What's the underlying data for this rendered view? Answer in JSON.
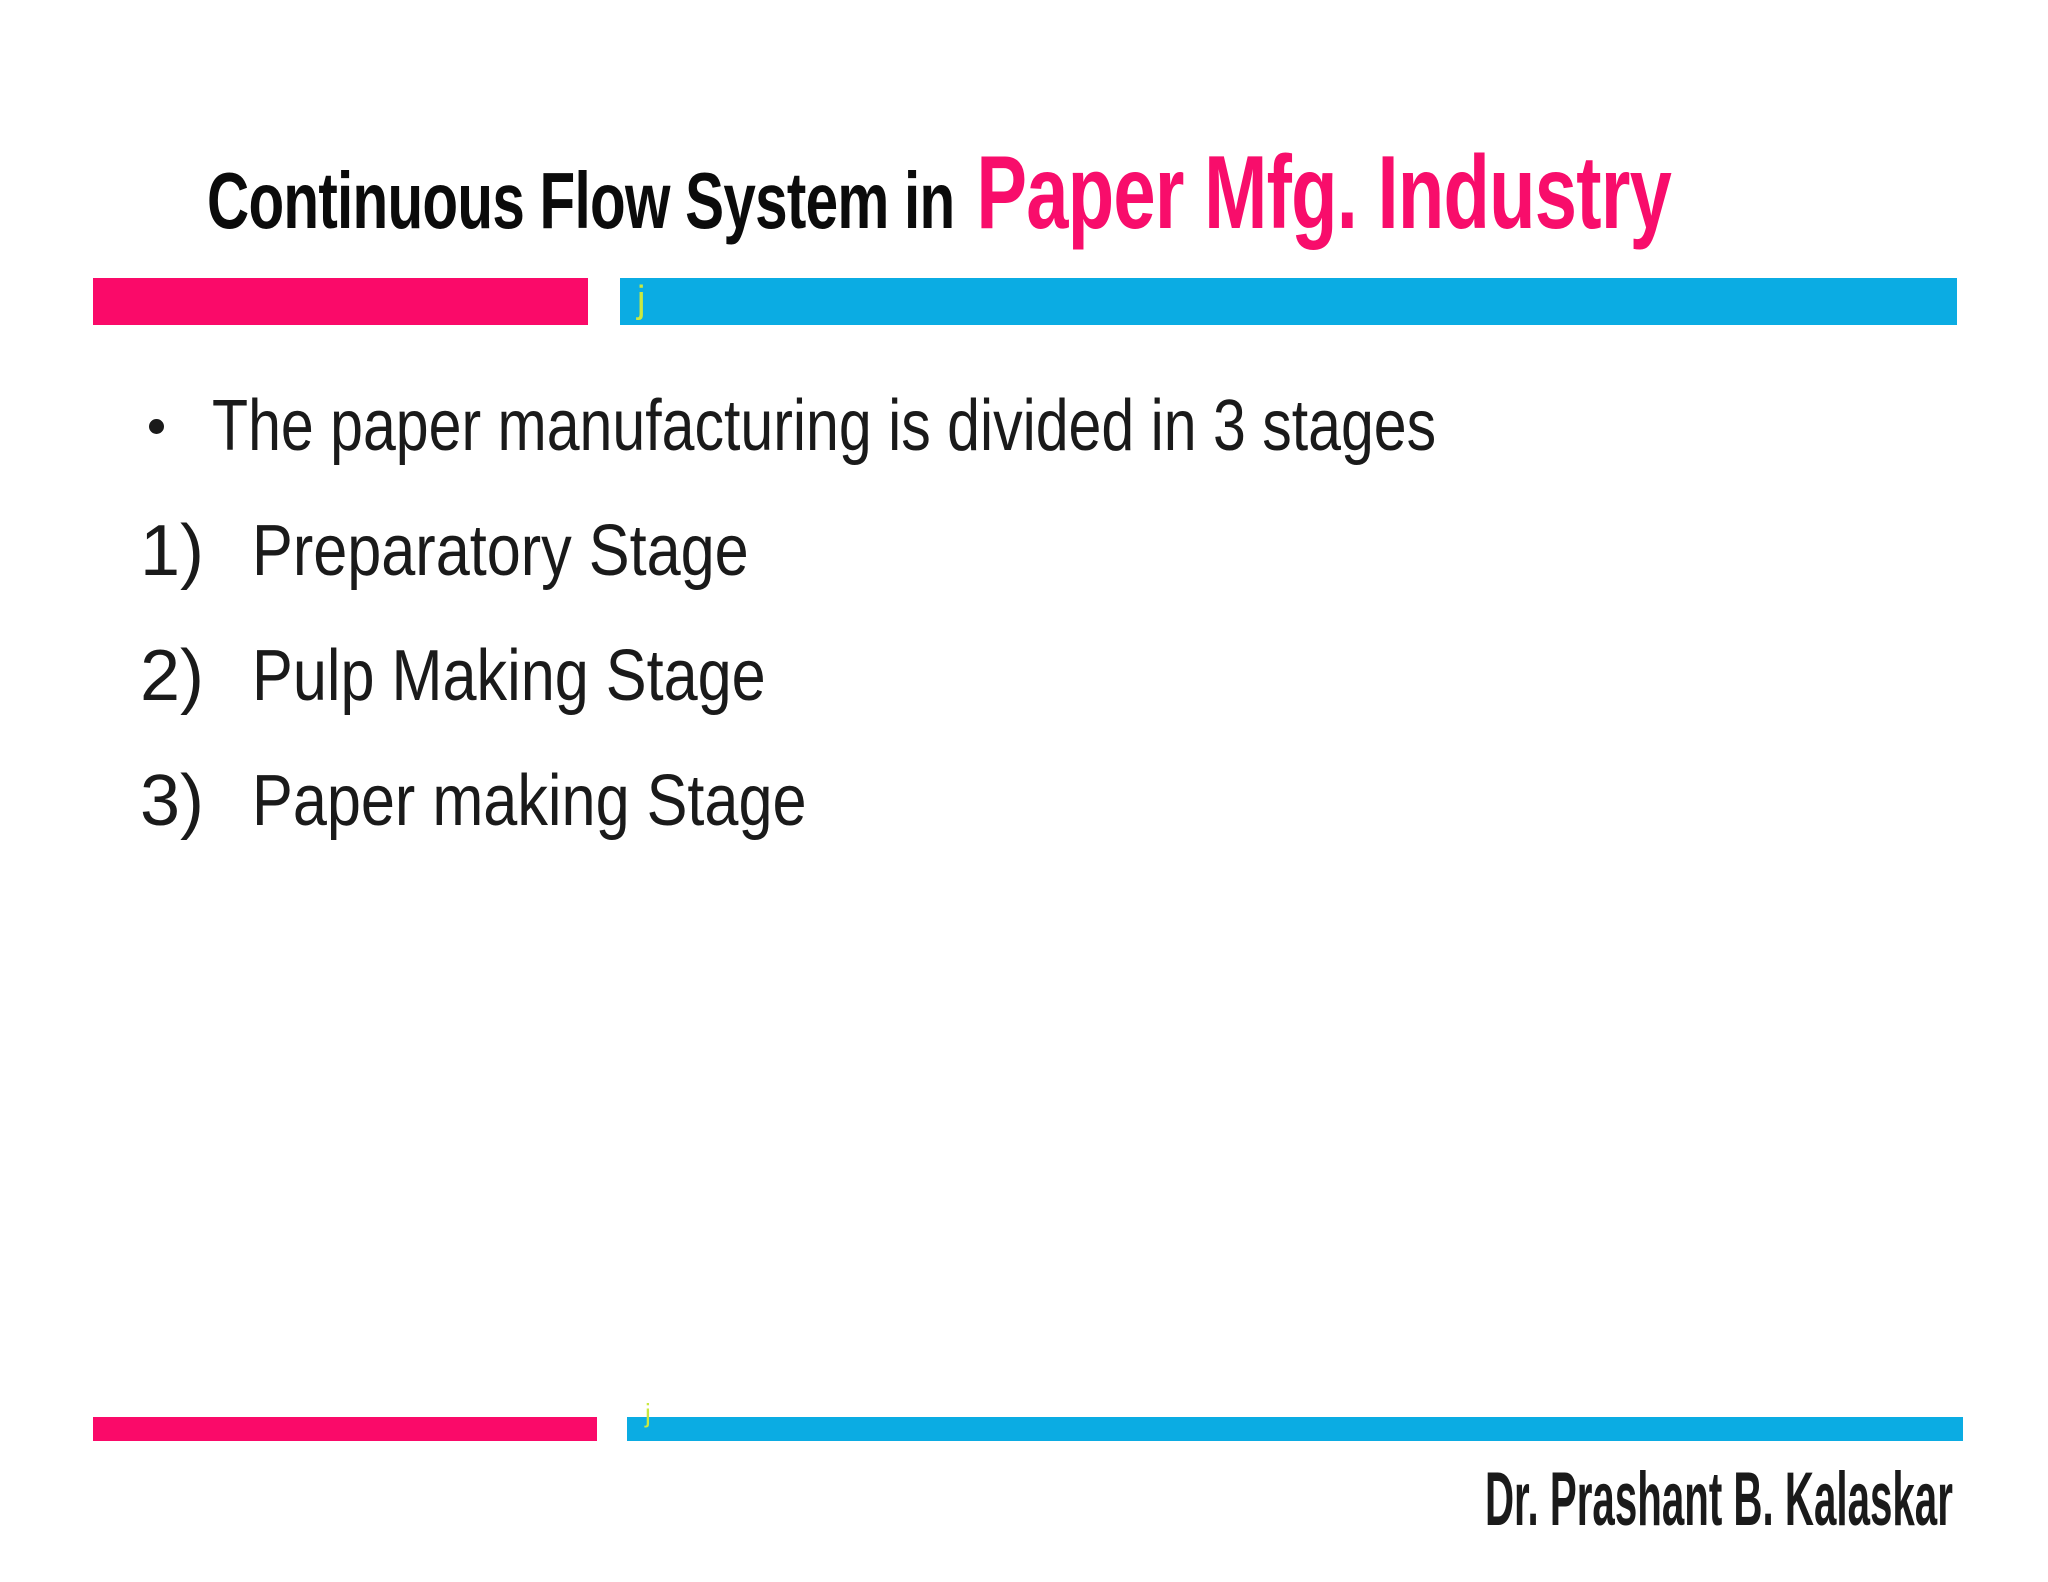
{
  "slide": {
    "title": {
      "black": "Continuous Flow System in",
      "pink": "Paper Mfg. Industry"
    },
    "header_divider": {
      "j_label": "j"
    },
    "bullet": {
      "marker": "bullet-dot",
      "text": "The paper manufacturing is divided in 3 stages"
    },
    "list": [
      {
        "num": "1)",
        "label": "Preparatory Stage"
      },
      {
        "num": "2)",
        "label": "Pulp Making Stage"
      },
      {
        "num": "3)",
        "label": "Paper making Stage"
      }
    ],
    "footer_divider": {
      "j_label": "j"
    },
    "footer": {
      "author": "Dr. Prashant B. Kalaskar"
    },
    "colors": {
      "pink": "#FA0A69",
      "cyan": "#0BACE3",
      "title_black": "#0B0B0B",
      "title_pink": "#F80D6B",
      "accent_j": "#C9E93F",
      "text": "#1A1A1A",
      "background": "#FFFFFF"
    }
  }
}
